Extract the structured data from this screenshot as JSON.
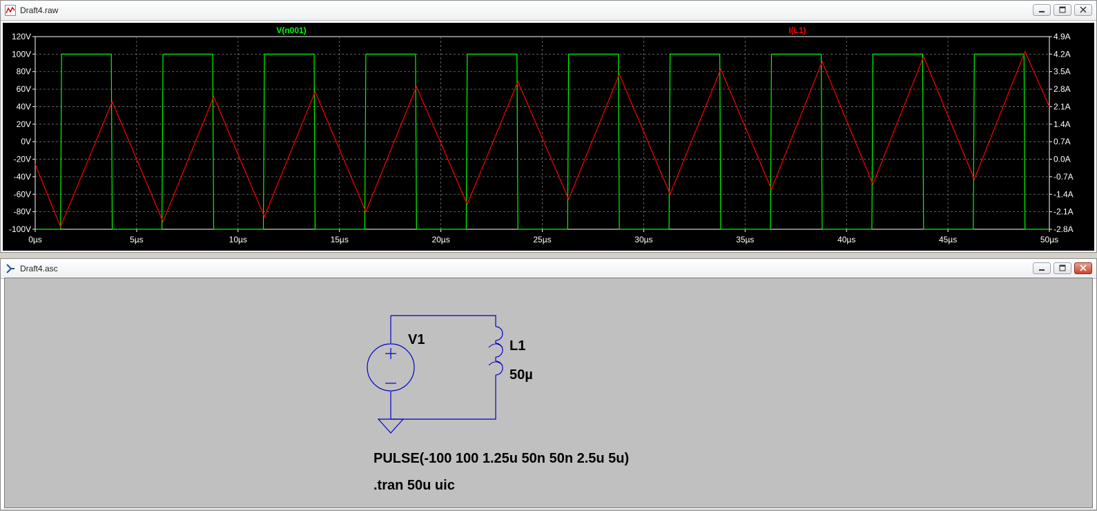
{
  "waveform_window": {
    "title": "Draft4.raw",
    "trace_labels": [
      "V(n001)",
      "I(L1)"
    ],
    "trace_colors": [
      "#00ff00",
      "#ff0000"
    ],
    "left_axis_ticks": [
      "120V",
      "100V",
      "80V",
      "60V",
      "40V",
      "20V",
      "0V",
      "-20V",
      "-40V",
      "-60V",
      "-80V",
      "-100V"
    ],
    "right_axis_ticks": [
      "4.9A",
      "4.2A",
      "3.5A",
      "2.8A",
      "2.1A",
      "1.4A",
      "0.7A",
      "0.0A",
      "-0.7A",
      "-1.4A",
      "-2.1A",
      "-2.8A"
    ],
    "x_axis_ticks": [
      "0µs",
      "5µs",
      "10µs",
      "15µs",
      "20µs",
      "25µs",
      "30µs",
      "35µs",
      "40µs",
      "45µs",
      "50µs"
    ]
  },
  "chart_data": {
    "type": "line",
    "xlabel": "",
    "x_unit": "µs",
    "xlim": [
      0,
      50
    ],
    "y_left_lim": [
      -100,
      120
    ],
    "y_right_lim": [
      -2.8,
      4.9
    ],
    "grid": true,
    "series": [
      {
        "name": "V(n001)",
        "axis": "left",
        "color": "#00ff00",
        "x": [
          0,
          1.25,
          1.3,
          3.75,
          3.8,
          6.25,
          6.3,
          8.75,
          8.8,
          11.25,
          11.3,
          13.75,
          13.8,
          16.25,
          16.3,
          18.75,
          18.8,
          21.25,
          21.3,
          23.75,
          23.8,
          26.25,
          26.3,
          28.75,
          28.8,
          31.25,
          31.3,
          33.75,
          33.8,
          36.25,
          36.3,
          38.75,
          38.8,
          41.25,
          41.3,
          43.75,
          43.8,
          46.25,
          46.3,
          48.75,
          48.8,
          50
        ],
        "values": [
          -100,
          -100,
          100,
          100,
          -100,
          -100,
          100,
          100,
          -100,
          -100,
          100,
          100,
          -100,
          -100,
          100,
          100,
          -100,
          -100,
          100,
          100,
          -100,
          -100,
          100,
          100,
          -100,
          -100,
          100,
          100,
          -100,
          -100,
          100,
          100,
          -100,
          -100,
          100,
          100,
          -100,
          -100,
          100,
          100,
          -100,
          -100
        ]
      },
      {
        "name": "I(L1)",
        "axis": "right",
        "color": "#ff0000",
        "x": [
          0,
          1.25,
          3.8,
          6.3,
          8.8,
          11.3,
          13.8,
          16.3,
          18.8,
          21.3,
          23.8,
          26.3,
          28.8,
          31.3,
          33.8,
          36.3,
          38.8,
          41.3,
          43.8,
          46.3,
          48.8,
          50
        ],
        "values": [
          -0.2,
          -2.7,
          2.3,
          -2.5,
          2.5,
          -2.3,
          2.7,
          -2.1,
          2.9,
          -1.8,
          3.1,
          -1.6,
          3.4,
          -1.4,
          3.6,
          -1.2,
          3.9,
          -1.0,
          4.1,
          -0.8,
          4.3,
          2.1
        ]
      }
    ]
  },
  "schematic_window": {
    "title": "Draft4.asc",
    "source_name": "V1",
    "inductor_name": "L1",
    "inductor_value": "50µ",
    "source_directive": "PULSE(-100 100 1.25u 50n 50n 2.5u 5u)",
    "sim_directive": ".tran 50u uic",
    "wire_color": "#0000c8"
  }
}
